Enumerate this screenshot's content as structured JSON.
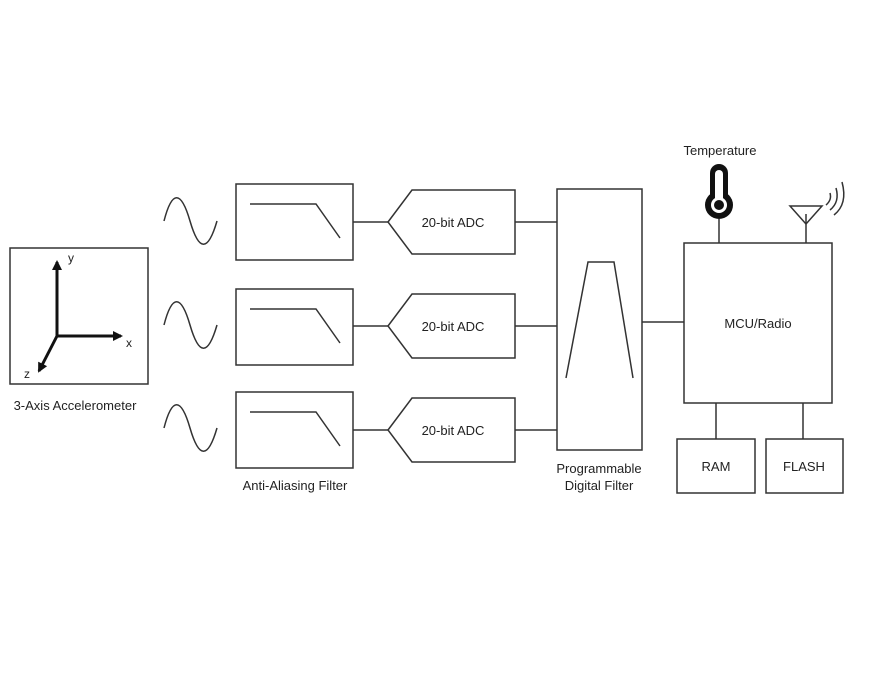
{
  "accelerometer": {
    "label": "3-Axis Accelerometer",
    "axes": {
      "x": "x",
      "y": "y",
      "z": "z"
    }
  },
  "anti_alias_filter": {
    "label": "Anti-Aliasing Filter"
  },
  "adc": {
    "labels": [
      "20-bit ADC",
      "20-bit ADC",
      "20-bit ADC"
    ]
  },
  "digital_filter": {
    "label_line1": "Programmable",
    "label_line2": "Digital Filter"
  },
  "mcu": {
    "label": "MCU/Radio"
  },
  "temperature": {
    "label": "Temperature"
  },
  "memory": {
    "ram_label": "RAM",
    "flash_label": "FLASH"
  },
  "colors": {
    "stroke": "#333333",
    "text": "#222222",
    "background": "#ffffff"
  }
}
